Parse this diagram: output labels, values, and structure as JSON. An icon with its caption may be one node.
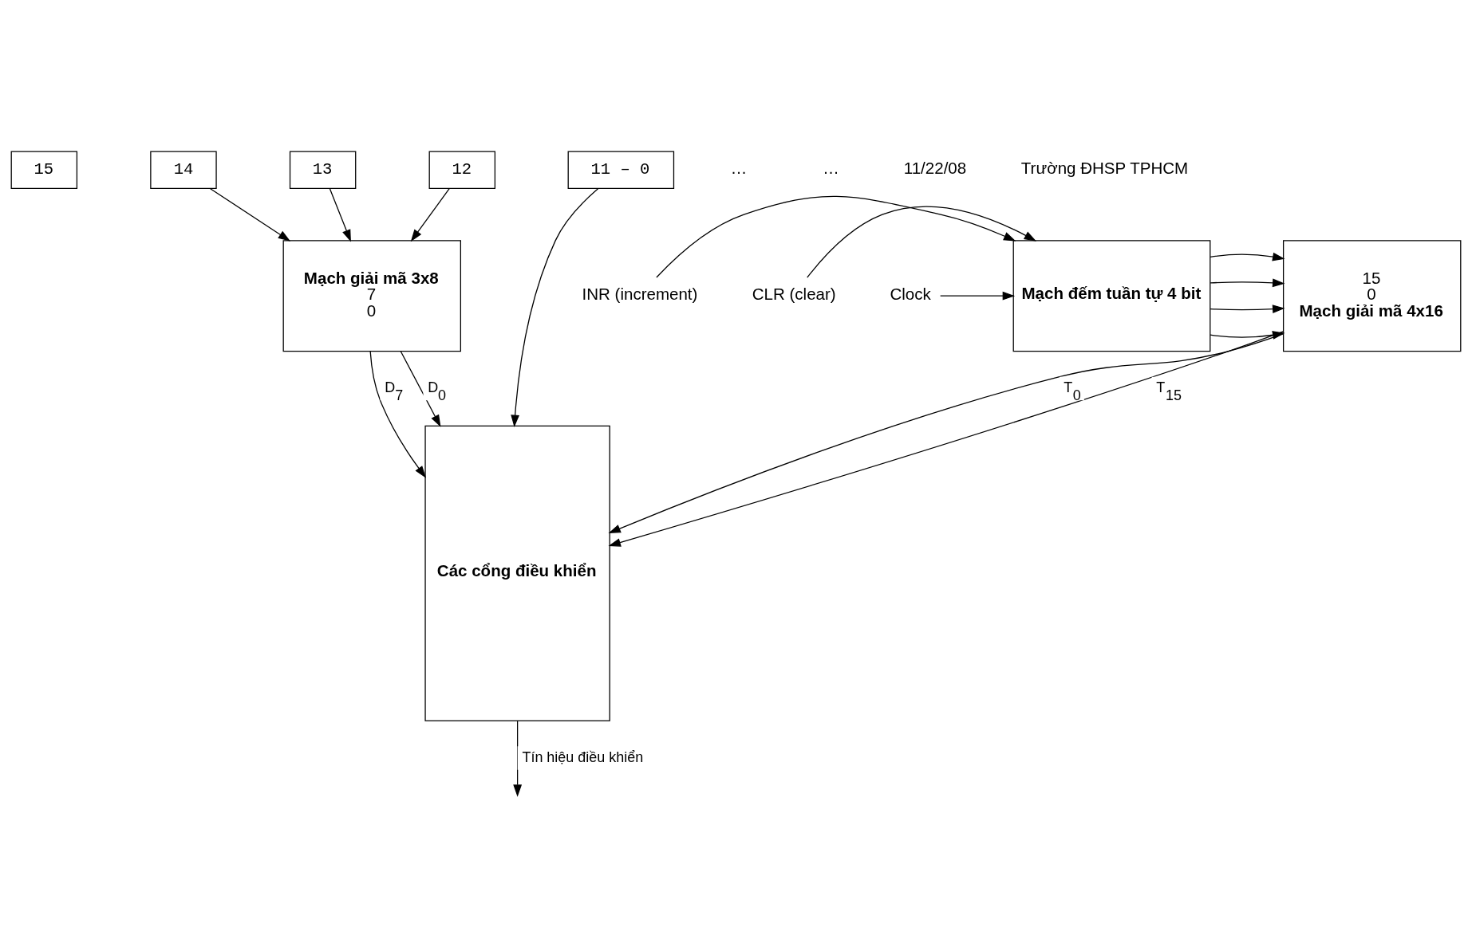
{
  "diagram": {
    "nodes": [
      {
        "text": [
          "15"
        ]
      },
      {
        "text": [
          "14"
        ]
      },
      {
        "text": [
          "13"
        ]
      },
      {
        "text": [
          "12"
        ]
      },
      {
        "text": [
          "11 – 0"
        ]
      },
      {
        "text": [
          "Mạch giải mã 3x8",
          "7",
          "0"
        ]
      },
      {
        "text": [
          "Các cổng điều khiển"
        ]
      },
      {
        "text": [
          "15",
          "0",
          "Mạch giải mã 4x16"
        ]
      },
      {
        "text": [
          "Mạch đếm tuần tự 4 bit"
        ]
      },
      {
        "text": [
          "INR (increment)"
        ]
      },
      {
        "text": [
          "CLR (clear)"
        ]
      },
      {
        "text": [
          "Clock"
        ]
      }
    ],
    "edges": [
      {
        "from": 1,
        "to": 5,
        "arrow": "to"
      },
      {
        "from": 2,
        "to": 5,
        "arrow": "to"
      },
      {
        "from": 3,
        "to": 5,
        "arrow": "to"
      },
      {
        "from": 4,
        "to": 6,
        "arrow": "to"
      },
      {
        "from": 5,
        "to": 6,
        "arrow": "to",
        "label": "D$_{0}$"
      },
      {
        "from": 5,
        "to": 6,
        "arrow": "to",
        "label": "D$_{7}$"
      },
      {
        "from": 7,
        "to": 6,
        "arrow": "to",
        "label": "T$_{15}$"
      },
      {
        "from": 7,
        "to": 6,
        "arrow": "to",
        "label": "T$_{0}$"
      },
      {
        "from": 8,
        "to": 7,
        "arrow": "to"
      },
      {
        "from": 8,
        "to": 7,
        "arrow": "to"
      },
      {
        "from": 8,
        "to": 7,
        "arrow": "to"
      },
      {
        "from": 8,
        "to": 7,
        "arrow": "to"
      },
      {
        "from": 9,
        "to": 8,
        "arrow": "to"
      },
      {
        "from": 10,
        "to": 8,
        "arrow": "to"
      },
      {
        "from": 11,
        "to": 8,
        "arrow": "to"
      },
      {
        "from": 6,
        "to": null,
        "arrow": "to",
        "label": "Tín hiệu điều khiển"
      }
    ],
    "labels": [
      "…",
      "…",
      "11/22/08",
      "Trường ĐHSP TPHCM"
    ]
  }
}
